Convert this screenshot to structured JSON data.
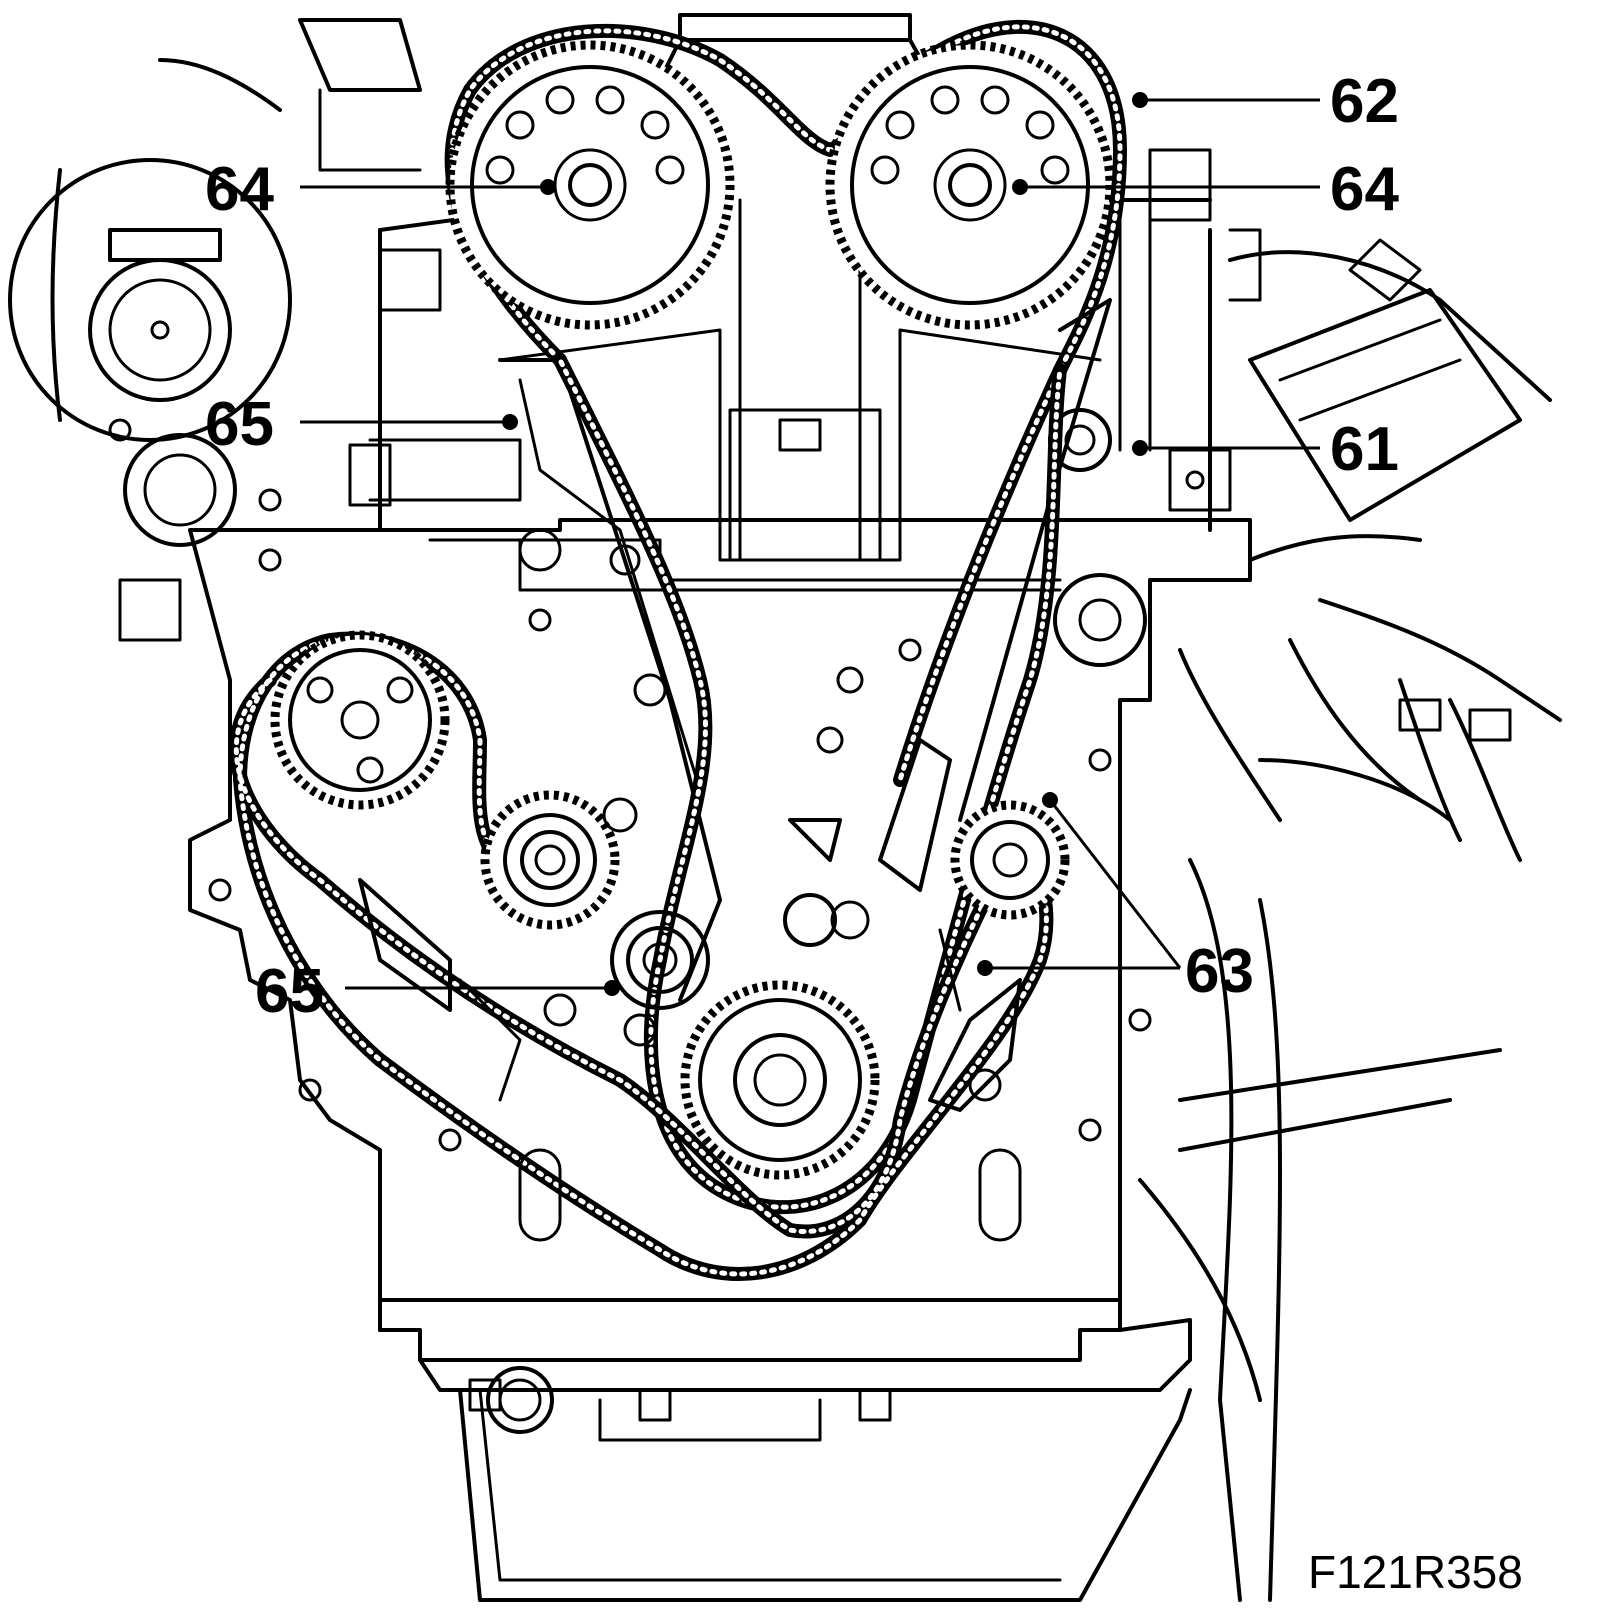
{
  "diagram": {
    "figure_id": "F121R358",
    "callouts": [
      {
        "id": "c62",
        "label": "62"
      },
      {
        "id": "c64a",
        "label": "64"
      },
      {
        "id": "c64b",
        "label": "64"
      },
      {
        "id": "c65a",
        "label": "65"
      },
      {
        "id": "c61",
        "label": "61"
      },
      {
        "id": "c65b",
        "label": "65"
      },
      {
        "id": "c63",
        "label": "63"
      }
    ]
  }
}
